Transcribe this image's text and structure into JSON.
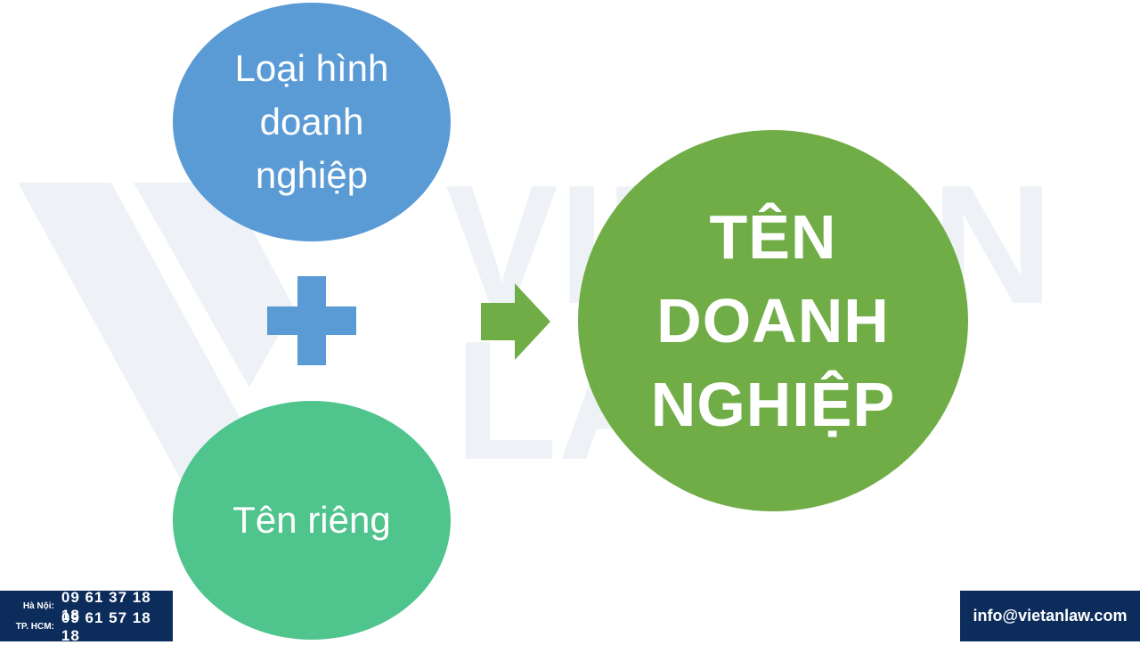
{
  "watermark": {
    "brand_top": "VIETAN",
    "brand_bottom": "LAW"
  },
  "nodes": {
    "business_type": "Loại hình\ndoanh\nnghiệp",
    "proper_name": "Tên riêng",
    "business_name": "TÊN\nDOANH\nNGHIỆP"
  },
  "colors": {
    "business_type": "#5b9bd5",
    "proper_name": "#4fc48d",
    "business_name": "#70ad47",
    "plus": "#5b9bd5",
    "arrow": "#70ad47",
    "footer_bg": "#0c2c5c"
  },
  "icons": {
    "plus": "plus-icon",
    "arrow": "arrow-right-icon"
  },
  "footer": {
    "hanoi_label": "Hà Nội:",
    "hanoi_phone": "09 61 37 18 18",
    "hcm_label": "TP. HCM:",
    "hcm_phone": "09 61 57 18 18",
    "email": "info@vietanlaw.com"
  }
}
